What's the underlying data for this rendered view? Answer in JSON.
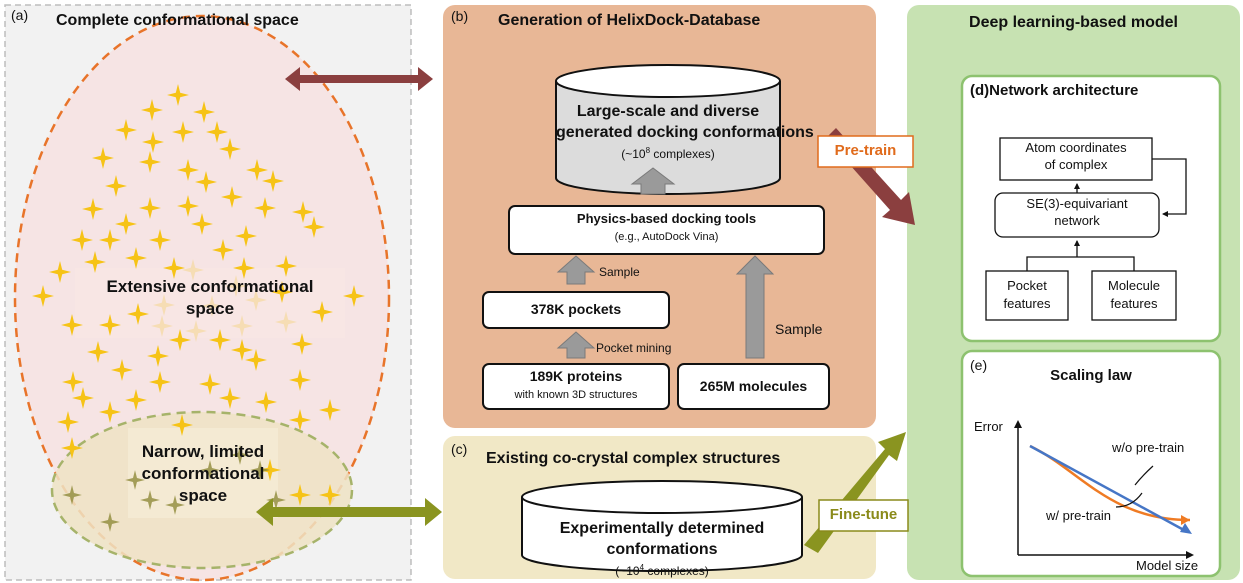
{
  "panel_a": {
    "letter": "(a)",
    "title": "Complete conformational space",
    "extensive_line1": "Extensive conformational",
    "extensive_line2": "space",
    "narrow_line1": "Narrow, limited",
    "narrow_line2": "conformational",
    "narrow_line3": "space"
  },
  "panel_b": {
    "letter": "(b)",
    "title": "Generation of HelixDock-Database",
    "db_line1": "Large-scale and diverse",
    "db_line2": "generated docking conformations",
    "db_sub_prefix": "(~10",
    "db_sub_exp": "8",
    "db_sub_suffix": " complexes)",
    "tools_title": "Physics-based docking tools",
    "tools_sub": "(e.g., AutoDock Vina)",
    "sample_label": "Sample",
    "pockets": "378K pockets",
    "sample_right": "Sample",
    "pocket_mining": "Pocket mining",
    "proteins_title": "189K proteins",
    "proteins_sub": "with known 3D structures",
    "molecules": "265M molecules"
  },
  "panel_c": {
    "letter": "(c)",
    "title": "Existing co-crystal complex structures",
    "exp_line1": "Experimentally determined",
    "exp_line2": "conformations",
    "exp_sub_prefix": "(~10",
    "exp_sub_exp": "4",
    "exp_sub_suffix": " complexes)"
  },
  "model": {
    "title": "Deep learning-based model",
    "pretrain_label": "Pre-train",
    "finetune_label": "Fine-tune"
  },
  "panel_d": {
    "letter_title": "(d)Network architecture",
    "atom_line1": "Atom coordinates",
    "atom_line2": "of complex",
    "se3_line1": "SE(3)-equivariant",
    "se3_line2": "network",
    "pocket_line1": "Pocket",
    "pocket_line2": "features",
    "molecule_line1": "Molecule",
    "molecule_line2": "features"
  },
  "panel_e": {
    "letter": "(e)",
    "title": "Scaling law",
    "y_axis": "Error",
    "x_axis": "Model size",
    "wo_label": "w/o pre-train",
    "w_label": "w/ pre-train"
  },
  "colors": {
    "panel_a_bg": "#f2f2f2",
    "panel_b_bg": "#e8b796",
    "panel_c_bg": "#f1e8c6",
    "model_bg": "#c7e2b2",
    "star_yellow": "#f6c316",
    "arrow_brown": "#8b3f3f",
    "arrow_olive": "#8a9420",
    "ellipse_orange": "#e8742a",
    "pretrain_text": "#e06b1c",
    "finetune_text": "#8a8a1a",
    "curve_orange": "#ef7b24",
    "curve_blue": "#4676c6"
  }
}
